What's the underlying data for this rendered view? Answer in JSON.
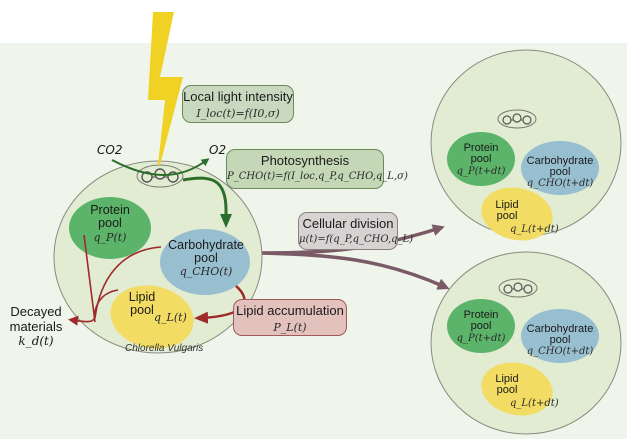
{
  "diagram": {
    "title": "Chlorella Vulgaris cell growth model",
    "colors": {
      "background": "#eff5ea",
      "cell_fill": "#e2ecd2",
      "protein_pool": "#5cb46a",
      "carbohydrate_pool": "#98bfd0",
      "lipid_pool": "#f2dc63",
      "light_bolt": "#f0d225",
      "photosynthesis_arrow": "#2b6e2b",
      "lipid_arrow": "#9e2a2a",
      "division_arrow": "#7a5a66",
      "light_box": "#c9d9bf",
      "photosynthesis_box": "#c4d7b6",
      "division_box": "#d7d3d3",
      "lipid_box": "#e3c1bd"
    },
    "gases": {
      "input": "CO2",
      "output": "O2"
    },
    "boxes": {
      "light": {
        "title": "Local light intensity",
        "formula": "I_loc(t)=f(I0,σ)"
      },
      "photosynthesis": {
        "title": "Photosynthesis",
        "formula": "P_CHO(t)=f(I_loc,q_P,q_CHO,q_L,σ)"
      },
      "division": {
        "title": "Cellular division",
        "formula": "μ(t)=f(q_P,q_CHO,q_L)"
      },
      "lipid_accumulation": {
        "title": "Lipid accumulation",
        "formula": "P_L(t)"
      }
    },
    "mother_cell": {
      "caption": "Chlorella Vulgaris",
      "pools": {
        "protein": {
          "line1": "Protein",
          "line2": "pool",
          "var": "q_P(t)"
        },
        "carbohydrate": {
          "line1": "Carbohydrate",
          "line2": "pool",
          "var": "q_CHO(t)"
        },
        "lipid": {
          "line1": "Lipid",
          "line2": "pool",
          "var": "q_L(t)"
        }
      }
    },
    "daughter_cells": [
      {
        "pools": {
          "protein": {
            "line1": "Protein",
            "line2": "pool",
            "var": "q_P(t+dt)"
          },
          "carbohydrate": {
            "line1": "Carbohydrate",
            "line2": "pool",
            "var": "q_CHO(t+dt)"
          },
          "lipid": {
            "line1": "Lipid",
            "line2": "pool",
            "var": "q_L(t+dt)"
          }
        }
      },
      {
        "pools": {
          "protein": {
            "line1": "Protein",
            "line2": "pool",
            "var": "q_P(t+dt)"
          },
          "carbohydrate": {
            "line1": "Carbohydrate",
            "line2": "pool",
            "var": "q_CHO(t+dt)"
          },
          "lipid": {
            "line1": "Lipid",
            "line2": "pool",
            "var": "q_L(t+dt)"
          }
        }
      }
    ],
    "decay": {
      "line1": "Decayed",
      "line2": "materials",
      "var": "k_d(t)"
    }
  }
}
